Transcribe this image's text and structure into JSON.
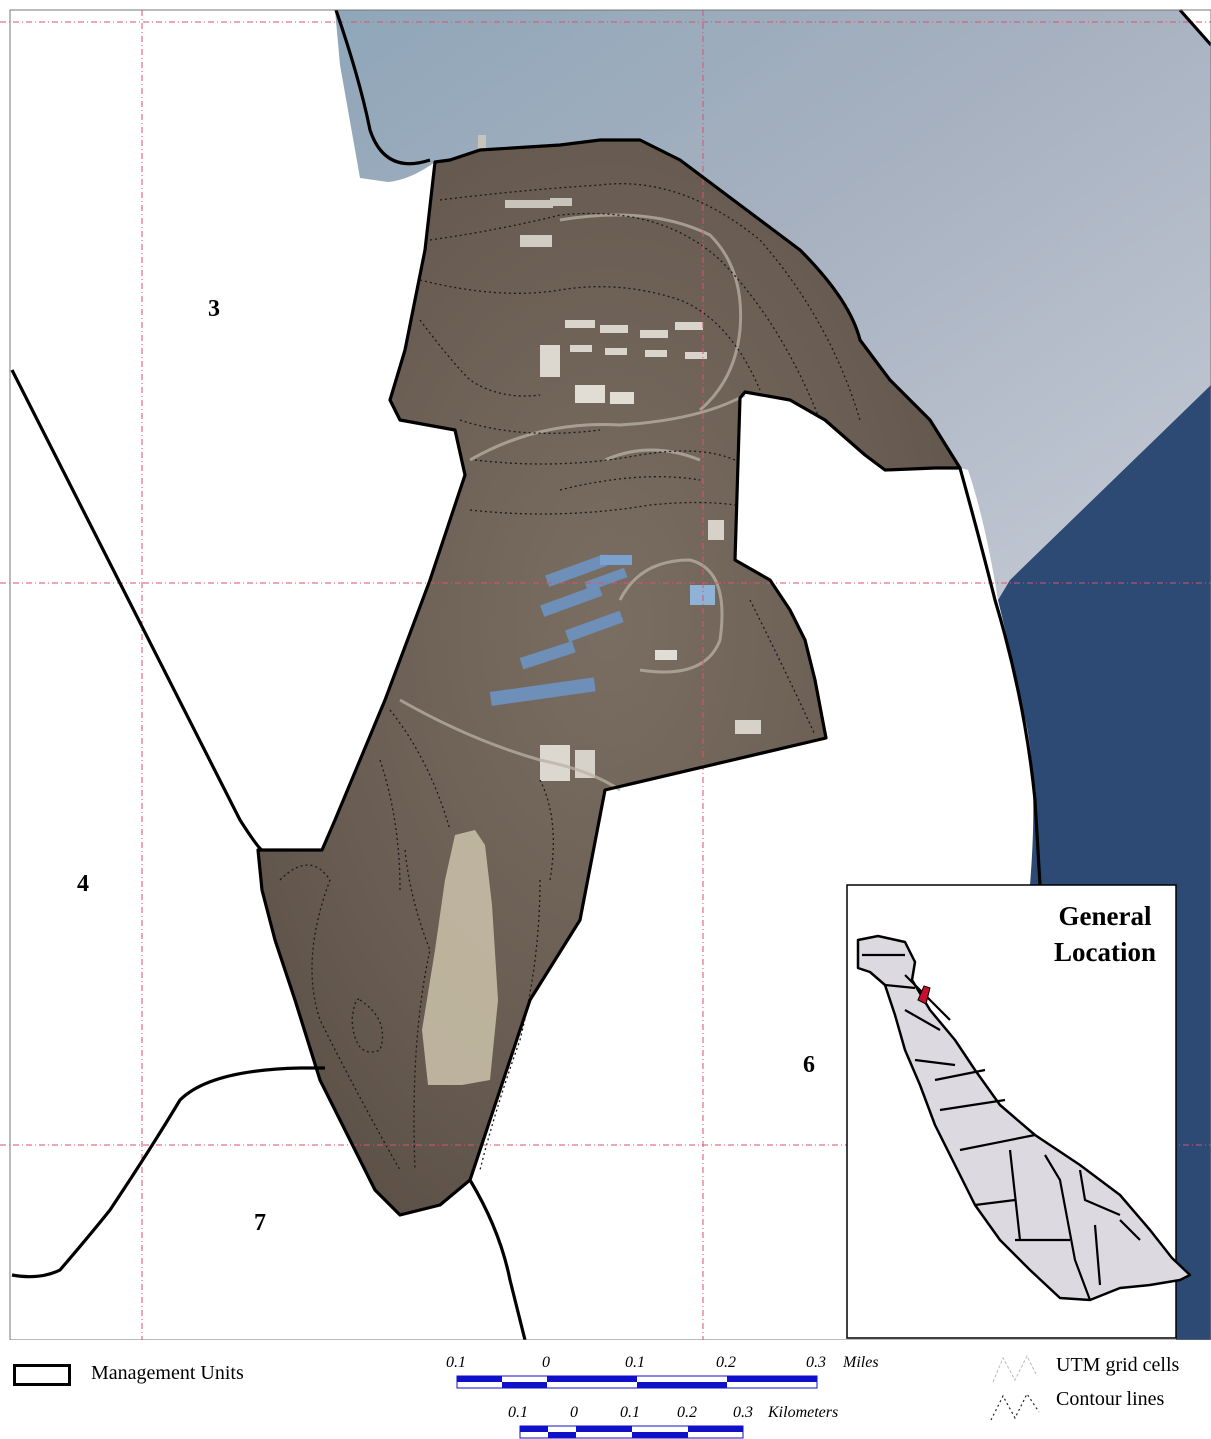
{
  "map": {
    "unit_labels": [
      {
        "id": "3",
        "text": "3"
      },
      {
        "id": "4",
        "text": "4"
      },
      {
        "id": "6",
        "text": "6"
      },
      {
        "id": "7",
        "text": "7"
      }
    ],
    "colors": {
      "land": "#6f645a",
      "land_dark": "#564b42",
      "sea_light": "#aab4c2",
      "sea_dark": "#2d4a75",
      "grid_line": "#d9536b",
      "boundary": "#000000",
      "inset_island": "#d9d6de",
      "inset_highlight": "#c8102e"
    }
  },
  "inset": {
    "title_line1": "General",
    "title_line2": "Location"
  },
  "legend": {
    "management_units_label": "Management Units",
    "utm_label": "UTM grid cells",
    "contour_label": "Contour lines",
    "miles_ticks": [
      "0.1",
      "0",
      "0.1",
      "0.2",
      "0.3"
    ],
    "miles_unit": "Miles",
    "km_ticks": [
      "0.1",
      "0",
      "0.1",
      "0.2",
      "0.3"
    ],
    "km_unit": "Kilometers",
    "scale_color": "#1010c8"
  }
}
